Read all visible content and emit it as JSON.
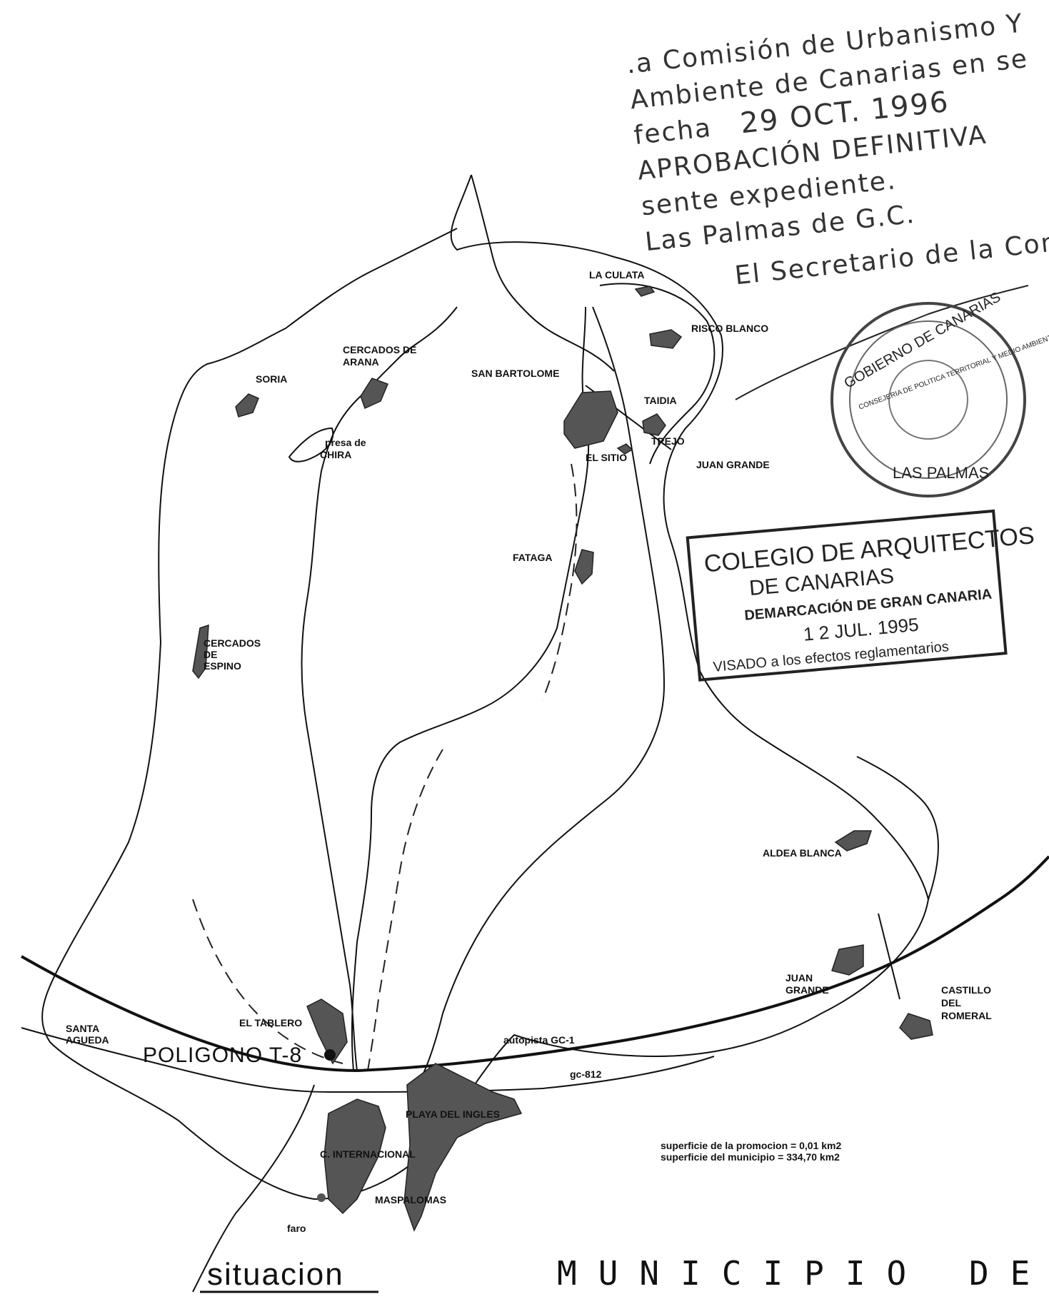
{
  "handwritten_note": {
    "line1": ".a Comisión de Urbanismo Y",
    "line2": "Ambiente de Canarias en se",
    "line3_prefix": "fecha",
    "line3_date": "29 OCT. 1996",
    "line4": "APROBACIÓN DEFINITIVA",
    "line5": "sente expediente.",
    "line6": "Las Palmas de G.C.",
    "signature_line": "El Secretario de la Com"
  },
  "seal": {
    "outer_top": "GOBIERNO DE CANARIAS",
    "inner": "CONSEJERIA DE POLITICA TERRITORIAL Y MEDIO AMBIENTE",
    "bottom": "LAS PALMAS"
  },
  "colegio_stamp": {
    "line1": "COLEGIO DE ARQUITECTOS",
    "line2": "DE CANARIAS",
    "line3": "DEMARCACIÓN DE GRAN CANARIA",
    "line4": "1 2 JUL. 1995",
    "line5": "VISADO a los efectos reglamentarios"
  },
  "places": {
    "la_culata": "LA CULATA",
    "risco_blanco": "RISCO BLANCO",
    "cercados_de_arana_1": "CERCADOS DE",
    "cercados_de_arana_2": "ARANA",
    "san_bartolome": "SAN BARTOLOME",
    "soria": "SORIA",
    "tajdia": "TAIDIA",
    "presa_1": "presa de",
    "presa_2": "CHIRA",
    "el_sitio": "EL SITIO",
    "trejo": "TREJO",
    "juan_grande_top": "JUAN GRANDE",
    "fataga": "FATAGA",
    "cercados_espino_1": "CERCADOS",
    "cercados_espino_2": "DE",
    "cercados_espino_3": "ESPINO",
    "aldea_blanca": "ALDEA BLANCA",
    "juan_grande_1": "JUAN",
    "juan_grande_2": "GRANDE",
    "castillo_1": "CASTILLO",
    "castillo_2": "DEL",
    "castillo_3": "ROMERAL",
    "el_tablero": "EL TABLERO",
    "santa_agueda_1": "SANTA",
    "santa_agueda_2": "AGUEDA",
    "poligono": "POLIGONO T-8",
    "autopista": "autopista GC-1",
    "gc812": "gc-812",
    "playa": "PLAYA DEL INGLES",
    "campo": "C. INTERNACIONAL",
    "maspalomas": "MASPALOMAS",
    "faro": "faro"
  },
  "stats": {
    "line1": "superficie de la promocion = 0,01 km2",
    "line2": "superficie del municipio = 334,70 km2"
  },
  "footer": {
    "situacion": "situacion",
    "municipio": "MUNICIPIO DE"
  }
}
